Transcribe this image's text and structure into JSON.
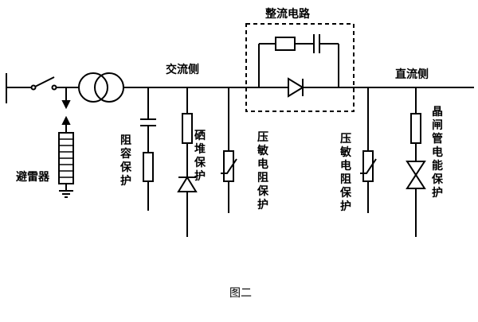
{
  "labels": {
    "rectifier": "整流电路",
    "ac_side": "交流侧",
    "dc_side": "直流侧",
    "arrester": "避雷器",
    "rc_protection": "阻容保护",
    "selenium_protection": "硒堆保护",
    "varistor_ac": "压敏电阻保护",
    "varistor_dc": "压敏电阻保护",
    "thyristor_protection": "晶闸管电能保护",
    "caption": "图二"
  },
  "colors": {
    "line": "#000000",
    "background": "#ffffff"
  }
}
